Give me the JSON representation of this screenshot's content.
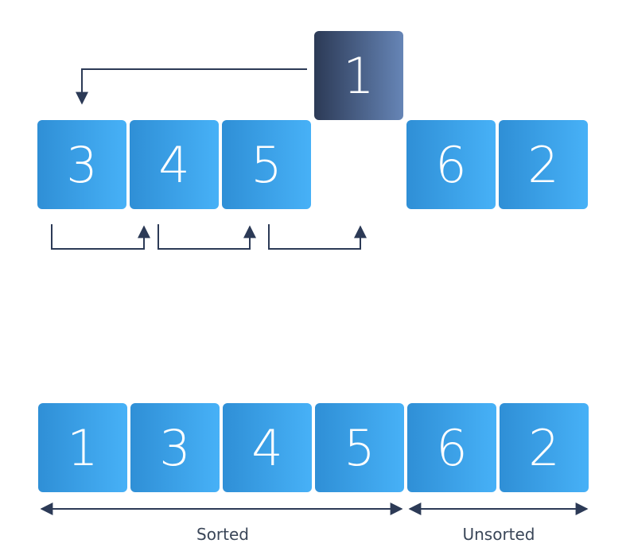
{
  "key_value": "1",
  "top_row": [
    "3",
    "4",
    "5",
    "6",
    "2"
  ],
  "bottom_row": [
    "1",
    "3",
    "4",
    "5",
    "6",
    "2"
  ],
  "labels": {
    "sorted": "Sorted",
    "unsorted": "Unsorted"
  },
  "colors": {
    "box_gradient_start": "#2f8fd6",
    "box_gradient_end": "#47b1f7",
    "key_gradient_start": "#2c3a56",
    "key_gradient_end": "#6685b6",
    "arrow": "#2c3a56",
    "text": "#ffffff"
  }
}
